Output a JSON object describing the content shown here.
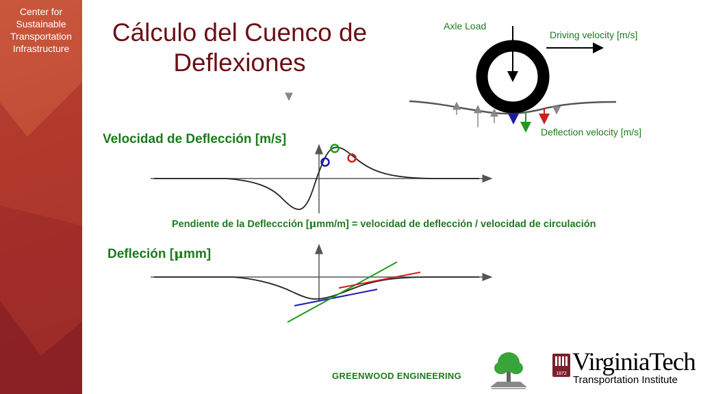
{
  "sidebar": {
    "lines": [
      "Center for",
      "Sustainable",
      "Transportation",
      "Infrastructure"
    ]
  },
  "title": {
    "lines": [
      "Cálculo del Cuenco de",
      "Deflexiones"
    ]
  },
  "tire_diagram": {
    "axle_load": "Axle Load",
    "driving_velocity": "Driving velocity   [m/s]",
    "deflection_velocity": "Deflection velocity   [m/s]"
  },
  "velocity_plot": {
    "label": "Velocidad de Deflección [m/s]"
  },
  "slope_caption": {
    "prefix": "Pendiente de la Defleccción [",
    "mu": "m",
    "suffix": "m/m] = velocidad de deflección / velocidad de circulación"
  },
  "deflection_plot": {
    "prefix": "Defleción  [",
    "mu": "m",
    "suffix": "m]"
  },
  "colors": {
    "title": "#6b0f14",
    "green": "#1c7a1c",
    "red": "#cc1f1f",
    "blue": "#1a1aa8",
    "sidebar": "#b43a2c"
  },
  "footer": {
    "greenwood": "GREENWOOD ENGINEERING",
    "vt_name": "VirginiaTech",
    "vt_sub": "Transportation Institute",
    "vt_year": "1872"
  }
}
